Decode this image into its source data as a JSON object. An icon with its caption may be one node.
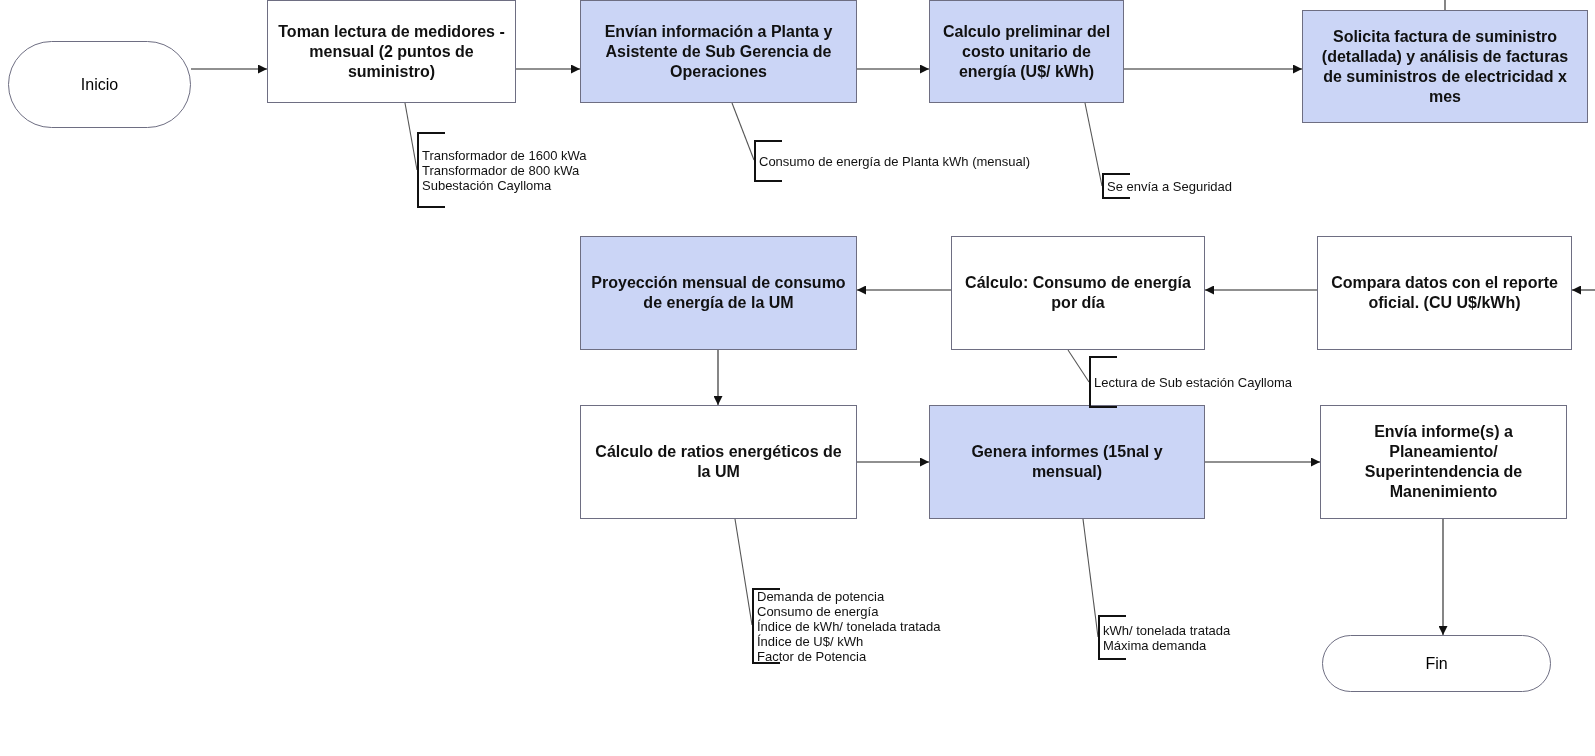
{
  "diagram": {
    "nodes": [
      {
        "text": [
          "Inicio"
        ]
      },
      {
        "text": [
          "Toman lectura de medidores - mensual (2 puntos de suministro)"
        ]
      },
      {
        "text": [
          "Envían información a Planta y Asistente de Sub Gerencia de Operaciones"
        ]
      },
      {
        "text": [
          "Calculo preliminar del costo unitario de energía (U$/ kWh)"
        ]
      },
      {
        "text": [
          "Solicita factura de suministro (detallada) y análisis de facturas de suministros de electricidad x mes"
        ]
      },
      {
        "text": [
          "Compara datos con el reporte oficial. (CU U$/kWh)"
        ]
      },
      {
        "text": [
          "Cálculo: Consumo de energía por día"
        ]
      },
      {
        "text": [
          "Proyección mensual de consumo de energía de la UM"
        ]
      },
      {
        "text": [
          "Cálculo de ratios energéticos de la UM"
        ]
      },
      {
        "text": [
          "Genera informes (15nal y mensual)"
        ]
      },
      {
        "text": [
          "Envía informe(s) a Planeamiento/ Superintendencia de Manenimiento"
        ]
      },
      {
        "text": [
          "Fin"
        ]
      },
      {
        "text": [
          "Transformador de 1600 kWa",
          "Transformador de 800 kWa",
          "Subestación Caylloma"
        ]
      },
      {
        "text": [
          "Consumo de energía de Planta kWh (mensual)"
        ]
      },
      {
        "text": [
          "Se envía a Seguridad"
        ]
      },
      {
        "text": [
          "Lectura de Sub estación Caylloma"
        ]
      },
      {
        "text": [
          "Demanda de potencia",
          "Consumo de energía",
          "Índice de kWh/ tonelada tratada",
          "Índice de U$/ kWh",
          "Factor de Potencia"
        ]
      },
      {
        "text": [
          "kWh/ tonelada tratada",
          "Máxima demanda"
        ]
      }
    ],
    "edges": [
      {
        "from": 0,
        "to": 1,
        "arrow": "to"
      },
      {
        "from": 1,
        "to": 2,
        "arrow": "to"
      },
      {
        "from": 2,
        "to": 3,
        "arrow": "to"
      },
      {
        "from": 3,
        "to": 4,
        "arrow": "to"
      },
      {
        "from": 4,
        "to": null,
        "arrow": "none"
      },
      {
        "from": null,
        "to": 5,
        "arrow": "to"
      },
      {
        "from": 5,
        "to": 6,
        "arrow": "to"
      },
      {
        "from": 6,
        "to": 7,
        "arrow": "to"
      },
      {
        "from": 7,
        "to": 8,
        "arrow": "to"
      },
      {
        "from": 8,
        "to": 9,
        "arrow": "to"
      },
      {
        "from": 9,
        "to": 10,
        "arrow": "to"
      },
      {
        "from": 10,
        "to": 11,
        "arrow": "to"
      },
      {
        "from": 12,
        "to": 1,
        "arrow": "none"
      },
      {
        "from": 13,
        "to": 2,
        "arrow": "none"
      },
      {
        "from": 14,
        "to": 3,
        "arrow": "none"
      },
      {
        "from": 15,
        "to": 6,
        "arrow": "none"
      },
      {
        "from": 16,
        "to": 8,
        "arrow": "none"
      },
      {
        "from": 17,
        "to": 9,
        "arrow": "none"
      }
    ]
  }
}
